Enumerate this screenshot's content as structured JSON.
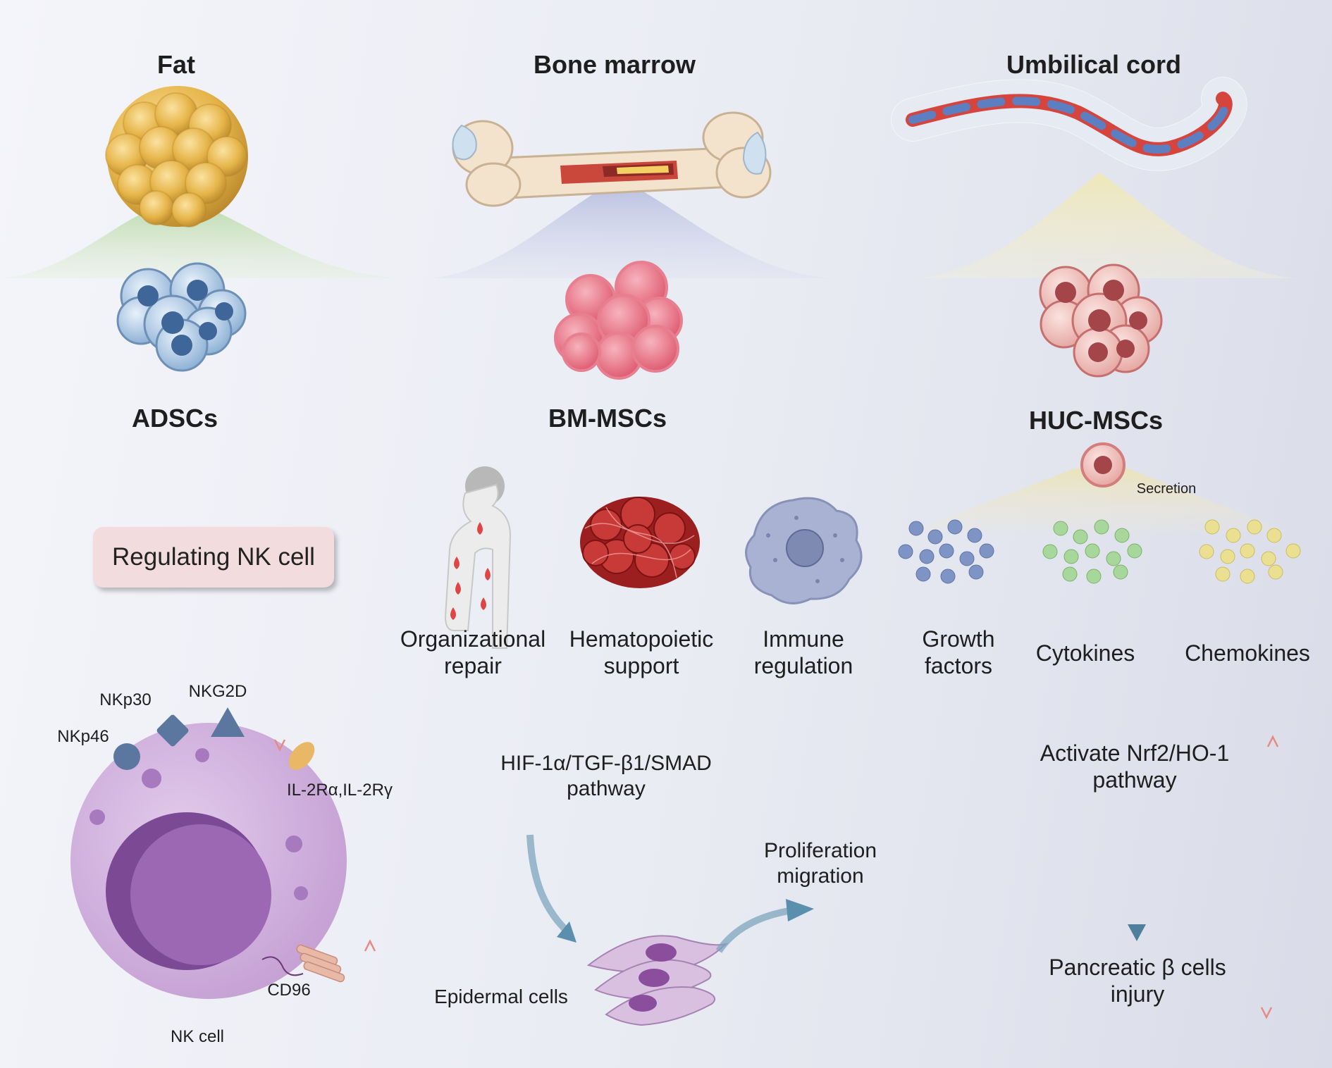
{
  "sources": [
    {
      "name": "Fat",
      "cells": "ADSCs"
    },
    {
      "name": "Bone marrow",
      "cells": "BM-MSCs"
    },
    {
      "name": "Umbilical cord",
      "cells": "HUC-MSCs"
    }
  ],
  "adscs": {
    "function": "Regulating NK cell",
    "receptors": [
      "NKp30",
      "NKG2D",
      "NKp46",
      "IL-2Rα,IL-2Rγ",
      "CD96"
    ],
    "cell_label": "NK cell"
  },
  "bm_mscs": {
    "functions": [
      {
        "line1": "Organizational",
        "line2": "repair"
      },
      {
        "line1": "Hematopoietic",
        "line2": "support"
      },
      {
        "line1": "Immune",
        "line2": "regulation"
      }
    ],
    "pathway_line1": "HIF-1α/TGF-β1/SMAD",
    "pathway_line2": "pathway",
    "outcome_line1": "Proliferation",
    "outcome_line2": "migration",
    "target": "Epidermal cells"
  },
  "huc_mscs": {
    "secretion": "Secretion",
    "secreted": [
      {
        "line1": "Growth",
        "line2": "factors"
      },
      {
        "line1": "Cytokines",
        "line2": ""
      },
      {
        "line1": "Chemokines",
        "line2": ""
      }
    ],
    "pathway_line1": "Activate Nrf2/HO-1",
    "pathway_line2": "pathway",
    "outcome_line1": "Pancreatic β cells",
    "outcome_line2": "injury"
  },
  "colors": {
    "fat": "#e6b54a",
    "adsc_cell": "#8fb2d6",
    "bm_cell": "#e46f82",
    "huc_cell": "#e6a9a4",
    "nk_cell": "#c8a4d6",
    "arrow": "#5a8fae",
    "up_arrow": "#e89a94"
  }
}
